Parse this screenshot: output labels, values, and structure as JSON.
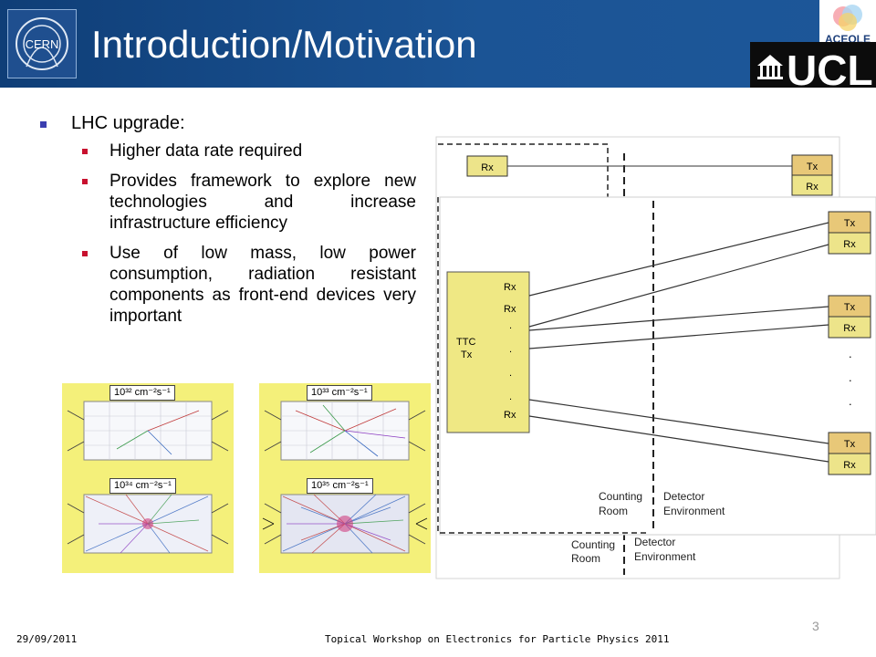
{
  "slide": {
    "title": "Introduction/Motivation",
    "page_number": "3",
    "footer_date": "29/09/2011",
    "footer_event": "Topical Workshop on Electronics for Particle Physics 2011"
  },
  "logos": {
    "cern_text": "CERN",
    "aceole_text": "ACEOLE",
    "ucl_text": "UCL"
  },
  "bullets": {
    "main": "LHC upgrade:",
    "sub": [
      "Higher data rate required",
      "Provides framework to explore new technologies and increase infrastructure efficiency",
      "Use of low mass, low power consumption, radiation resistant components as front-end devices very important"
    ]
  },
  "luminosity_panels": [
    {
      "label": "10³² cm⁻²s⁻¹"
    },
    {
      "label": "10³³ cm⁻²s⁻¹"
    },
    {
      "label": "10³⁴ cm⁻²s⁻¹"
    },
    {
      "label": "10³⁵ cm⁻²s⁻¹"
    }
  ],
  "diagram": {
    "rx": "Rx",
    "tx": "Tx",
    "ttc": "TTC",
    "counting": "Counting",
    "room": "Room",
    "detector": "Detector",
    "environment": "Environment",
    "dot": "."
  },
  "colors": {
    "header_bg": "#1b5495",
    "bullet_main": "#3b3fb0",
    "bullet_sub": "#c8102e",
    "ttc_box": "#efe884",
    "tx_box": "#e8c878",
    "rx_box": "#ede48a"
  }
}
